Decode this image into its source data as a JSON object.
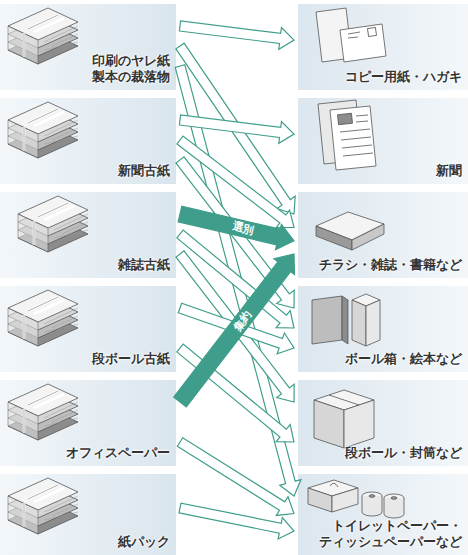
{
  "diagram": {
    "nodes": [
      {
        "text": [
          "印刷のヤレ紙 製本の裁落物"
        ]
      },
      {
        "text": [
          "新聞古紙"
        ]
      },
      {
        "text": [
          "雑誌古紙"
        ]
      },
      {
        "text": [
          "段ボール古紙"
        ]
      },
      {
        "text": [
          "オフィスペーパー"
        ]
      },
      {
        "text": [
          "紙パック"
        ]
      },
      {
        "text": [
          "コピー用紙・ハガキ"
        ]
      },
      {
        "text": [
          "新聞"
        ]
      },
      {
        "text": [
          "チラシ・雑誌・書籍など"
        ]
      },
      {
        "text": [
          "ボール箱・絵本など"
        ]
      },
      {
        "text": [
          "段ボール・封筒など"
        ]
      },
      {
        "text": [
          "トイレットペーパー・ ティッシュペーパーなど"
        ]
      }
    ],
    "edges": [
      {
        "from": 0,
        "to": 6,
        "arrow": "to"
      },
      {
        "from": 0,
        "to": 8,
        "arrow": "to"
      },
      {
        "from": 0,
        "to": 11,
        "arrow": "to"
      },
      {
        "from": 1,
        "to": 7,
        "arrow": "to"
      },
      {
        "from": 1,
        "to": 8,
        "arrow": "to"
      },
      {
        "from": 1,
        "to": 9,
        "arrow": "to"
      },
      {
        "from": 2,
        "to": 8,
        "label": "選別",
        "arrow": "to"
      },
      {
        "from": 2,
        "to": 9,
        "arrow": "to"
      },
      {
        "from": 2,
        "to": 10,
        "arrow": "to"
      },
      {
        "from": 3,
        "to": 9,
        "arrow": "to"
      },
      {
        "from": 3,
        "to": 10,
        "arrow": "to"
      },
      {
        "from": 4,
        "to": 8,
        "label": "集約",
        "arrow": "to"
      },
      {
        "from": 4,
        "to": 11,
        "arrow": "to"
      },
      {
        "from": 5,
        "to": 11,
        "arrow": "to"
      }
    ]
  }
}
